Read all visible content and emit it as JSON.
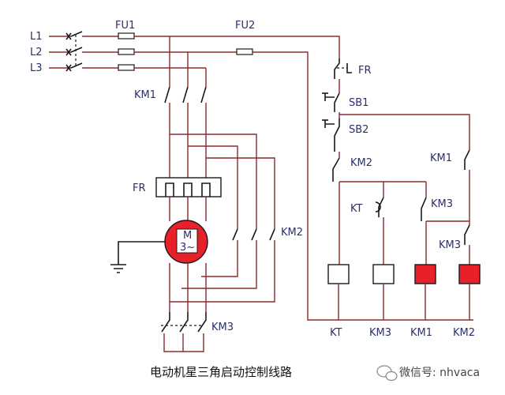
{
  "labels": {
    "l1": "L1",
    "l2": "L2",
    "l3": "L3",
    "fu1": "FU1",
    "fu2": "FU2",
    "km1_main": "KM1",
    "fr_main": "FR",
    "motor_top": "M",
    "motor_bottom": "3~",
    "km2_main": "KM2",
    "km3_main": "KM3",
    "fr_ctrl": "FR",
    "sb1": "SB1",
    "sb2": "SB2",
    "km2_ctrl": "KM2",
    "km1_ctrl": "KM1",
    "kt_ctrl": "KT",
    "km3_ctrl": "KM3",
    "km3_ctrl2": "KM3",
    "coil_kt": "KT",
    "coil_km3": "KM3",
    "coil_km1": "KM1",
    "coil_km2": "KM2"
  },
  "caption": "电动机星三角启动控制线路",
  "watermark": "微信号: nhvaca",
  "colors": {
    "wire": "#8b2b2b",
    "motor": "#e8202a",
    "coil_red": "#e8202a",
    "coil_white": "#ffffff",
    "label": "#2b2f6b"
  }
}
